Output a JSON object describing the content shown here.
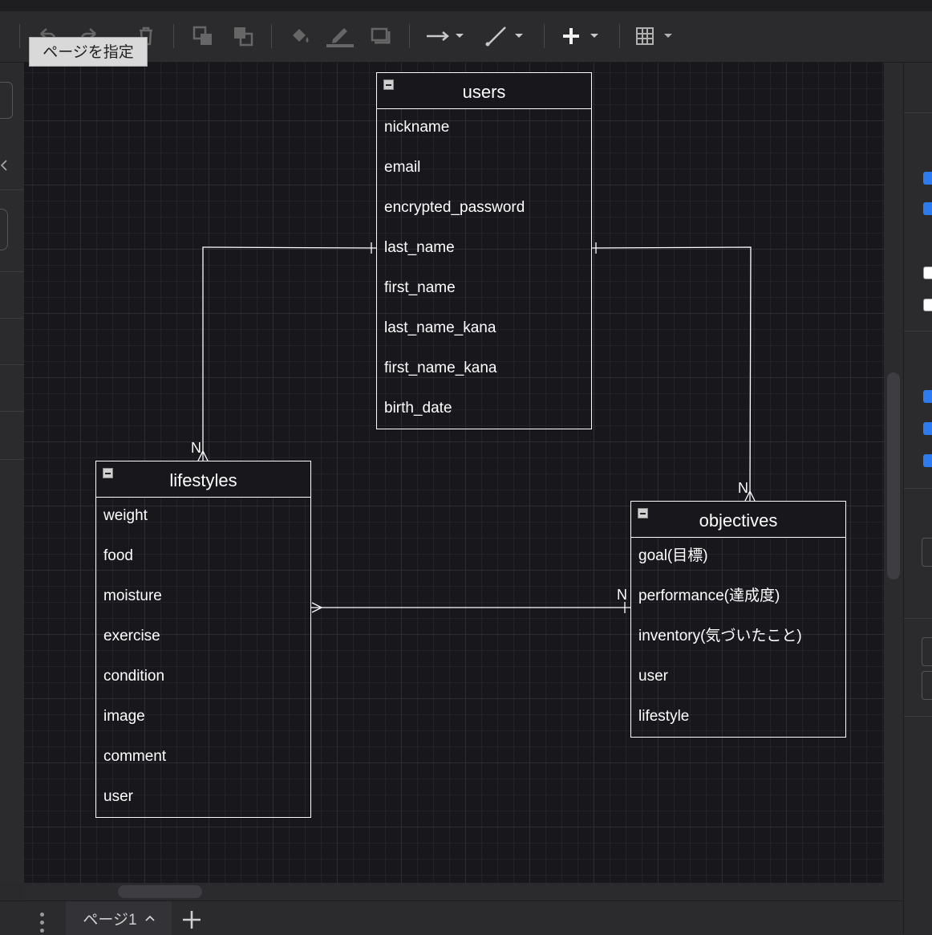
{
  "tooltip": {
    "text": "ページを指定"
  },
  "toolbar": {
    "icons": [
      "undo-icon",
      "redo-icon",
      "delete-icon",
      "to-front-icon",
      "to-back-icon",
      "fill-color-icon",
      "line-color-icon",
      "shadow-icon",
      "connection-arrow-icon",
      "waypoints-icon",
      "insert-plus-icon",
      "table-icon"
    ]
  },
  "entities": {
    "users": {
      "title": "users",
      "fields": [
        "nickname",
        "email",
        "encrypted_password",
        "last_name",
        "first_name",
        "last_name_kana",
        "first_name_kana",
        "birth_date"
      ]
    },
    "lifestyles": {
      "title": "lifestyles",
      "fields": [
        "weight",
        "food",
        "moisture",
        "exercise",
        "condition",
        "image",
        "comment",
        "user"
      ]
    },
    "objectives": {
      "title": "objectives",
      "fields": [
        "goal(目標)",
        "performance(達成度)",
        "inventory(気づいたこと)",
        "user",
        "lifestyle"
      ]
    }
  },
  "cardinality": {
    "users_lifestyles": "N",
    "users_objectives": "N",
    "lifestyles_objectives": "N"
  },
  "bottom": {
    "page_tab": "ページ1"
  },
  "colors": {
    "canvas_bg": "#18171c",
    "entity_border": "#ffffff",
    "checkbox_on": "#2d7bf0"
  }
}
